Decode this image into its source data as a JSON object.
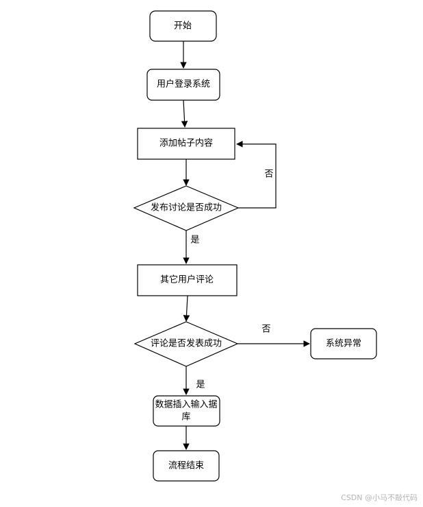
{
  "nodes": {
    "start": "开始",
    "login": "用户登录系统",
    "add_post": "添加帖子内容",
    "decision_publish": "发布讨论是否成功",
    "other_comment": "其它用户评论",
    "decision_comment": "评论是否发表成功",
    "system_error": "系统异常",
    "insert_db_line1": "数据插入输入据",
    "insert_db_line2": "库",
    "end": "流程结束"
  },
  "edges": {
    "publish_no": "否",
    "publish_yes": "是",
    "comment_no": "否",
    "comment_yes": "是"
  },
  "watermark": "CSDN @小马不敲代码"
}
